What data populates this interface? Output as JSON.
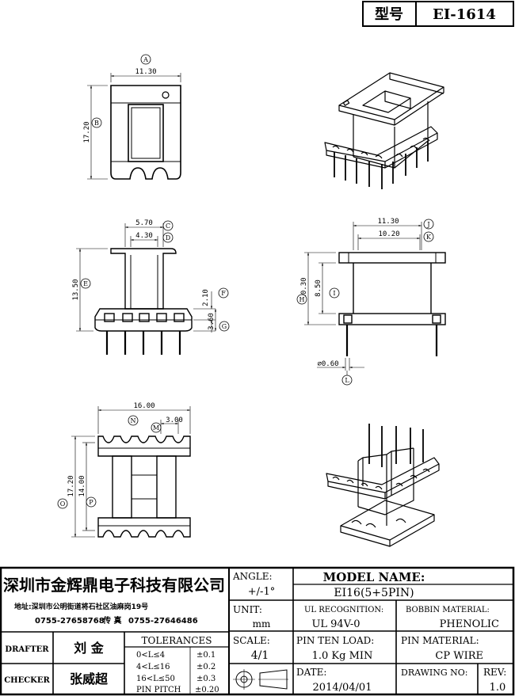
{
  "header": {
    "model_label": "型号",
    "model_value": "EI-1614"
  },
  "dims": {
    "A": "11.30",
    "B": "17.20",
    "C": "5.70",
    "D": "4.30",
    "E": "13.50",
    "F": "2.10",
    "G": "3.60",
    "J": "11.30",
    "K": "10.20",
    "H": "10.30",
    "I": "8.50",
    "L": "⌀0.60",
    "N": "16.00",
    "M": "3.00",
    "O": "17.20",
    "P": "14.00"
  },
  "balloons": [
    "A",
    "B",
    "C",
    "D",
    "E",
    "F",
    "G",
    "H",
    "I",
    "J",
    "K",
    "L",
    "M",
    "N",
    "O",
    "P"
  ],
  "title_block": {
    "company": "深圳市金辉鼎电子科技有限公司",
    "address": "地址:深圳市公明街道将石社区油麻岗19号",
    "phone": "0755-27658768",
    "fax_label": "传 真",
    "fax": "0755-27646486",
    "drafter_label": "DRAFTER",
    "drafter": "刘  金",
    "checker_label": "CHECKER",
    "checker": "张威超",
    "tolerances_label": "TOLERANCES",
    "tolerances": [
      {
        "range": "0<L≤4",
        "value": "±0.1"
      },
      {
        "range": "4<L≤16",
        "value": "±0.2"
      },
      {
        "range": "16<L≤50",
        "value": "±0.3"
      },
      {
        "range": "PIN PITCH",
        "value": "±0.20"
      }
    ],
    "angle_label": "ANGLE:",
    "angle_value": "+/-1°",
    "unit_label": "UNIT:",
    "unit_value": "mm",
    "scale_label": "SCALE:",
    "scale_value": "4/1",
    "model_name_label": "MODEL NAME:",
    "model_name_value": "EI16(5+5PIN)",
    "ul_label": "UL RECOGNITION:",
    "ul_value": "UL 94V-0",
    "bobbin_label": "BOBBIN MATERIAL:",
    "bobbin_value": "PHENOLIC",
    "pin_load_label": "PIN TEN LOAD:",
    "pin_load_value": "1.0 Kg MIN",
    "pin_material_label": "PIN MATERIAL:",
    "pin_material_value": "CP WIRE",
    "date_label": "DATE:",
    "date_value": "2014/04/01",
    "drawing_no_label": "DRAWING NO:",
    "drawing_no_value": "",
    "rev_label": "REV:",
    "rev_value": "1.0"
  }
}
